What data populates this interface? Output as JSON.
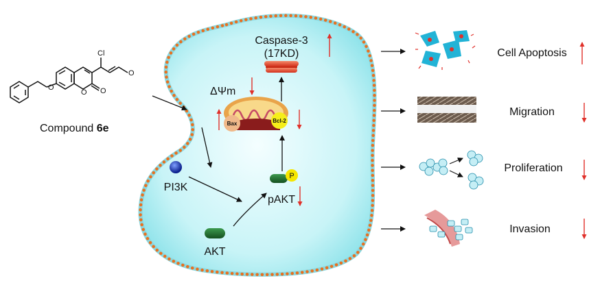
{
  "compound": {
    "label": "Compound ",
    "id": "6e",
    "cl": "Cl",
    "o_ketone": "O",
    "o_ring": "O",
    "o_aldehyde": "O",
    "o_ether": "O"
  },
  "cell": {
    "caspase_line1": "Caspase-3",
    "caspase_line2": "(17KD)",
    "delta_psi": "ΔΨm",
    "bax": "Bax",
    "bcl2": "Bcl-2",
    "pi3k": "PI3K",
    "pakt": "pAKT",
    "p_badge": "P",
    "akt": "AKT"
  },
  "outcomes": [
    {
      "label": "Cell Apoptosis",
      "direction": "up"
    },
    {
      "label": "Migration",
      "direction": "down"
    },
    {
      "label": "Proliferation",
      "direction": "down"
    },
    {
      "label": "Invasion",
      "direction": "down"
    }
  ],
  "colors": {
    "arrow_red": "#e0302a",
    "membrane_dot": "#f05a28",
    "cytoplasm": "#bff3f6",
    "akt_green": "#1f6b2e",
    "pi3k_blue": "#1a3fc4",
    "p_yellow": "#f5e600",
    "caspase": "#e8442a"
  }
}
